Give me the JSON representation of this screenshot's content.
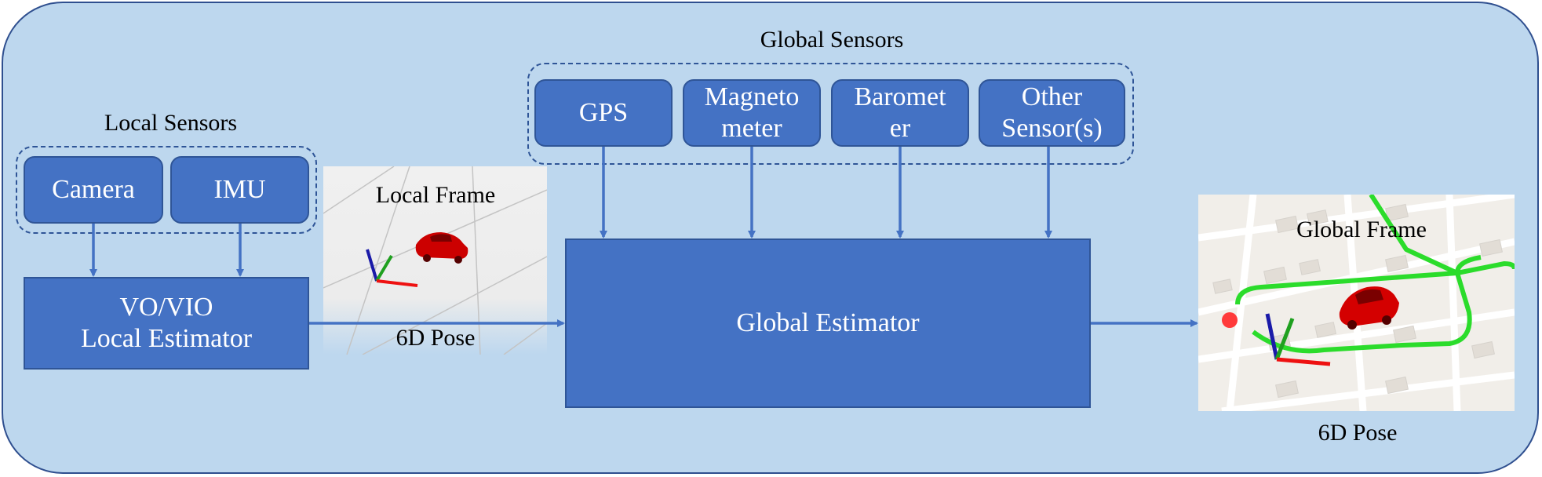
{
  "local_sensors": {
    "title": "Local Sensors",
    "camera": "Camera",
    "imu": "IMU"
  },
  "local_estimator": {
    "line1": "VO/VIO",
    "line2": "Local Estimator"
  },
  "local_frame": {
    "title": "Local Frame",
    "pose_label": "6D Pose"
  },
  "global_sensors": {
    "title": "Global Sensors",
    "items": [
      {
        "line1": "GPS",
        "line2": ""
      },
      {
        "line1": "Magneto",
        "line2": "meter"
      },
      {
        "line1": "Baromet",
        "line2": "er"
      },
      {
        "line1": "Other",
        "line2": "Sensor(s)"
      }
    ]
  },
  "global_estimator": {
    "label": "Global Estimator"
  },
  "global_frame": {
    "title": "Global Frame",
    "pose_label": "6D Pose"
  },
  "colors": {
    "background": "#bdd7ee",
    "box": "#4472c4",
    "arrow": "#4472c4",
    "car": "#d40000",
    "trajectory": "#22dd22"
  }
}
